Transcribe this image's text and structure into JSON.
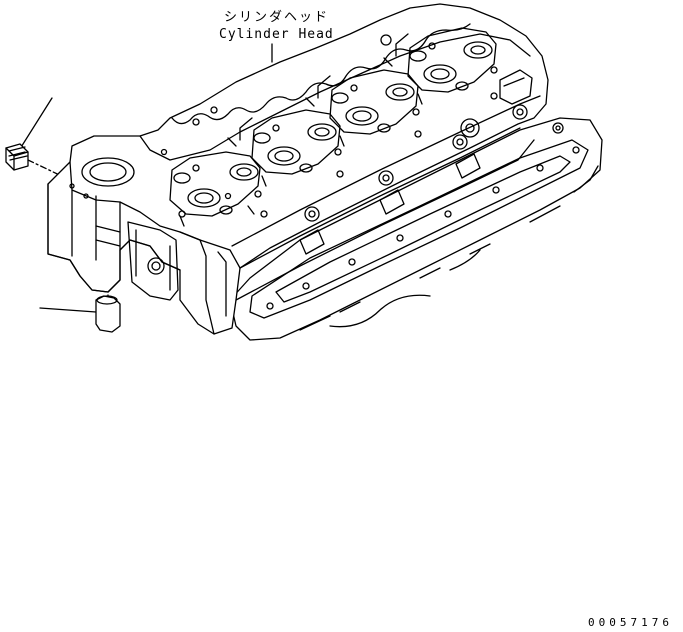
{
  "title_jp": "シリンダヘッド",
  "title_en": "Cylinder Head",
  "drawing_number": "00057176",
  "line_color": "#000000",
  "background": "#ffffff",
  "parts": [
    {
      "name": "plug-top",
      "icon": "plug-icon"
    },
    {
      "name": "plug-bottom",
      "icon": "plug-icon"
    }
  ]
}
